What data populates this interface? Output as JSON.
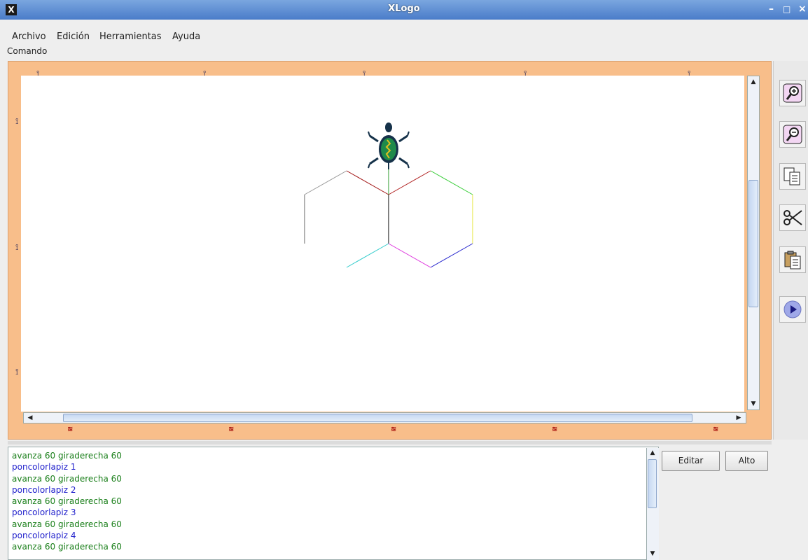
{
  "window": {
    "title": "XLogo",
    "app_icon": "X"
  },
  "window_controls": {
    "minimize": "–",
    "maximize": "□",
    "close": "×"
  },
  "menu": {
    "items": [
      "Archivo",
      "Edición",
      "Herramientas",
      "Ayuda"
    ]
  },
  "command_label": "Comando",
  "toolbar": {
    "icons": [
      "zoom-in-icon",
      "zoom-out-icon",
      "copy-icon",
      "cut-icon",
      "paste-icon",
      "run-icon"
    ]
  },
  "buttons": {
    "edit": "Editar",
    "stop": "Alto"
  },
  "history": [
    {
      "text": "avanza 60  giraderecha 60",
      "color": "#1a7f1a"
    },
    {
      "text": "poncolorlapiz 1",
      "color": "#2222cc"
    },
    {
      "text": "avanza 60  giraderecha 60",
      "color": "#1a7f1a"
    },
    {
      "text": "poncolorlapiz 2",
      "color": "#2222cc"
    },
    {
      "text": "avanza 60  giraderecha 60",
      "color": "#1a7f1a"
    },
    {
      "text": "poncolorlapiz 3",
      "color": "#2222cc"
    },
    {
      "text": "avanza 60  giraderecha 60",
      "color": "#1a7f1a"
    },
    {
      "text": "poncolorlapiz 4",
      "color": "#2222cc"
    },
    {
      "text": "avanza 60  giraderecha 60",
      "color": "#1a7f1a"
    }
  ],
  "colors": {
    "frame_bg": "#f8be8a",
    "titlebar": "#4a7cc9",
    "turtle_shell": "#1f8a4a",
    "turtle_body": "#16324a"
  }
}
